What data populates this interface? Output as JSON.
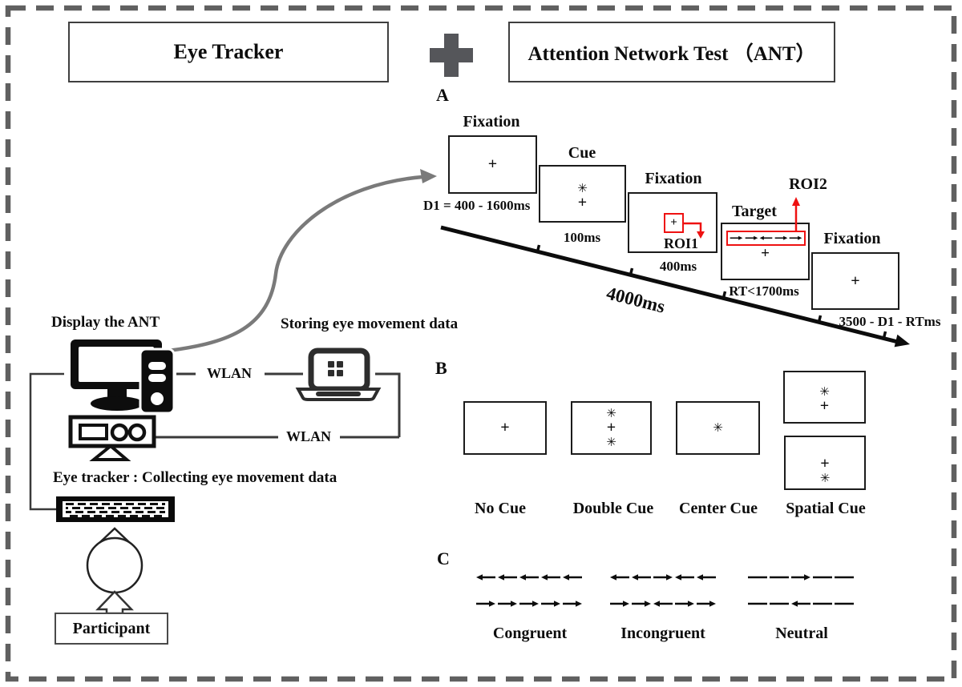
{
  "title_row": {
    "left_box": "Eye Tracker",
    "right_box": "Attention Network Test （ANT）"
  },
  "panel_labels": {
    "a": "A",
    "b": "B",
    "c": "C"
  },
  "trial": {
    "screens": [
      {
        "label": "Fixation",
        "duration": "D1 = 400 - 1600ms",
        "symbols": [
          "+"
        ]
      },
      {
        "label": "Cue",
        "duration": "100ms",
        "symbols": [
          "✳",
          "+"
        ]
      },
      {
        "label": "Fixation",
        "duration": "400ms",
        "roi_label": "ROI1",
        "roi_symbol": "+"
      },
      {
        "label": "Target",
        "duration": "RT<1700ms",
        "roi_label": "ROI2",
        "arrows": "RRLRR",
        "fixation_symbol": "+"
      },
      {
        "label": "Fixation",
        "duration": "3500 - D1 - RTms",
        "symbols": [
          "+"
        ]
      }
    ],
    "timeline_label": "4000ms"
  },
  "setup": {
    "display_label": "Display the ANT",
    "storing_label": "Storing eye movement data",
    "wlan1": "WLAN",
    "wlan2": "WLAN",
    "collect_label": "Eye tracker : Collecting eye movement data",
    "participant_label": "Participant"
  },
  "cue_conditions": {
    "boxes": {
      "no_cue": {
        "symbols": [
          "+"
        ]
      },
      "double_cue": {
        "symbols": [
          "✳",
          "+",
          "✳"
        ]
      },
      "center_cue": {
        "symbols": [
          "✳"
        ]
      },
      "spatial_top": {
        "symbols": [
          "✳",
          "+"
        ]
      },
      "spatial_bottom": {
        "symbols": [
          "+",
          "✳"
        ]
      }
    },
    "labels": [
      "No Cue",
      "Double Cue",
      "Center Cue",
      "Spatial Cue"
    ]
  },
  "flanker_conditions": {
    "groups": [
      {
        "label": "Congruent",
        "top": "LLLLL",
        "bottom": "RRRRR"
      },
      {
        "label": "Incongruent",
        "top": "LLRLL",
        "bottom": "RRLRR"
      },
      {
        "label": "Neutral",
        "top": "--R--",
        "bottom": "--L--"
      }
    ]
  },
  "colors": {
    "roi_red": "#ee1111",
    "plus_gray": "#55565a",
    "border_gray": "#606060"
  }
}
